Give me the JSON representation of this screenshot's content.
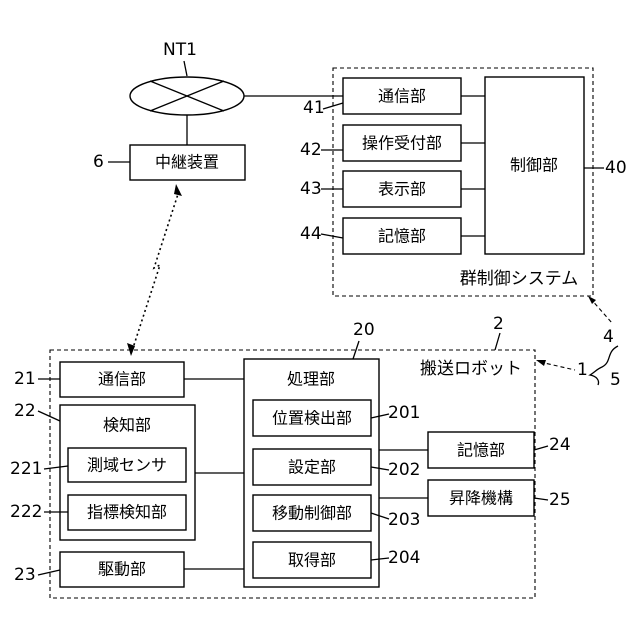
{
  "network": {
    "label": "NT1"
  },
  "relay": {
    "ref": "6",
    "label": "中継装置"
  },
  "group_control": {
    "ref": "4",
    "system_label": "群制御システム",
    "comm": {
      "ref": "41",
      "label": "通信部"
    },
    "operation": {
      "ref": "42",
      "label": "操作受付部"
    },
    "display": {
      "ref": "43",
      "label": "表示部"
    },
    "storage": {
      "ref": "44",
      "label": "記憶部"
    },
    "control": {
      "ref": "40",
      "label": "制御部"
    }
  },
  "robot": {
    "ref": "2",
    "label": "搬送ロボット",
    "comm": {
      "ref": "21",
      "label": "通信部"
    },
    "detection": {
      "ref": "22",
      "label": "検知部",
      "sensor": {
        "ref": "221",
        "label": "測域センサ"
      },
      "marker": {
        "ref": "222",
        "label": "指標検知部"
      }
    },
    "drive": {
      "ref": "23",
      "label": "駆動部"
    },
    "processing": {
      "ref": "20",
      "label": "処理部",
      "position": {
        "ref": "201",
        "label": "位置検出部"
      },
      "setting": {
        "ref": "202",
        "label": "設定部"
      },
      "movement": {
        "ref": "203",
        "label": "移動制御部"
      },
      "acquisition": {
        "ref": "204",
        "label": "取得部"
      }
    },
    "storage": {
      "ref": "24",
      "label": "記憶部"
    },
    "lift": {
      "ref": "25",
      "label": "昇降機構"
    }
  },
  "system": {
    "ref": "1",
    "brace_ref": "5"
  }
}
